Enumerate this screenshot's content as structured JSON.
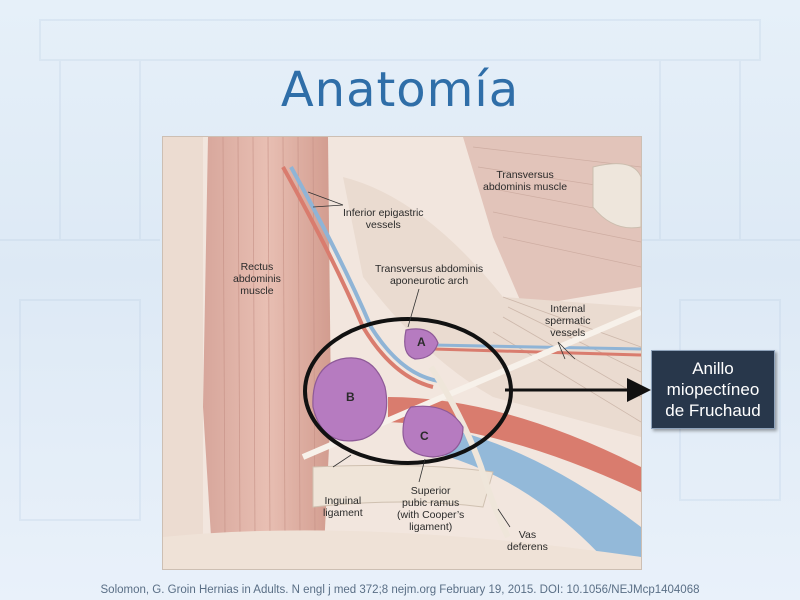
{
  "slide": {
    "title": "Anatomía",
    "citation": "Solomon, G. Groin Hernias in Adults. N engl j med 372;8 nejm.org February 19, 2015. DOI: 10.1056/NEJMcp1404068"
  },
  "figure": {
    "labels": {
      "inferior_epigastric_1": "Inferior epigastric",
      "inferior_epigastric_2": "vessels",
      "transversus_muscle_1": "Transversus",
      "transversus_muscle_2": "abdominis muscle",
      "rectus_1": "Rectus",
      "rectus_2": "abdominis",
      "rectus_3": "muscle",
      "arch_1": "Transversus abdominis",
      "arch_2": "aponeurotic arch",
      "spermatic_1": "Internal",
      "spermatic_2": "spermatic",
      "spermatic_3": "vessels",
      "inguinal_1": "Inguinal",
      "inguinal_2": "ligament",
      "pubic_1": "Superior",
      "pubic_2": "pubic ramus",
      "pubic_3": "(with Cooper’s",
      "pubic_4": "ligament)",
      "vas_1": "Vas",
      "vas_2": "deferens"
    },
    "regions": {
      "a": "A",
      "b": "B",
      "c": "C"
    }
  },
  "callout": {
    "line1": "Anillo",
    "line2": "miopectíneo",
    "line3": "de Fruchaud"
  },
  "colors": {
    "title": "#2f6ea8",
    "callout_bg": "#28374b",
    "region_fill": "#b67bc0",
    "vessel_blue": "#8fb4d6",
    "vessel_red": "#d97c6e"
  }
}
